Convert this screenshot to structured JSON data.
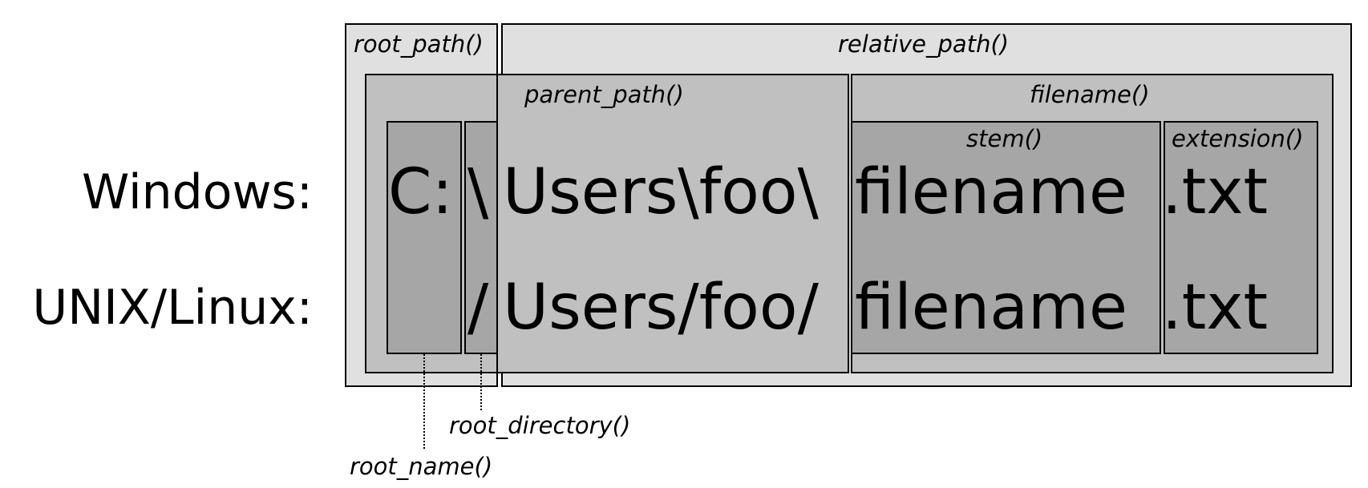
{
  "rows": {
    "windows_label": "Windows:",
    "unix_label": "UNIX/Linux:"
  },
  "functions": {
    "root_path": "root_path()",
    "relative_path": "relative_path()",
    "parent_path": "parent_path()",
    "filename": "filename()",
    "stem": "stem()",
    "extension": "extension()",
    "root_directory": "root_directory()",
    "root_name": "root_name()"
  },
  "windows_path": {
    "root_name": "C:",
    "root_directory": "\\",
    "parent_rest": "Users\\foo\\",
    "stem": "filename",
    "extension": ".txt"
  },
  "unix_path": {
    "root_name": "",
    "root_directory": "/",
    "parent_rest": "Users/foo/",
    "stem": "filename",
    "extension": ".txt"
  },
  "colors": {
    "outer_fill": "#e0e0e0",
    "middle_fill": "#c0c0c0",
    "inner_fill": "#a6a6a6",
    "stroke": "#000000"
  }
}
